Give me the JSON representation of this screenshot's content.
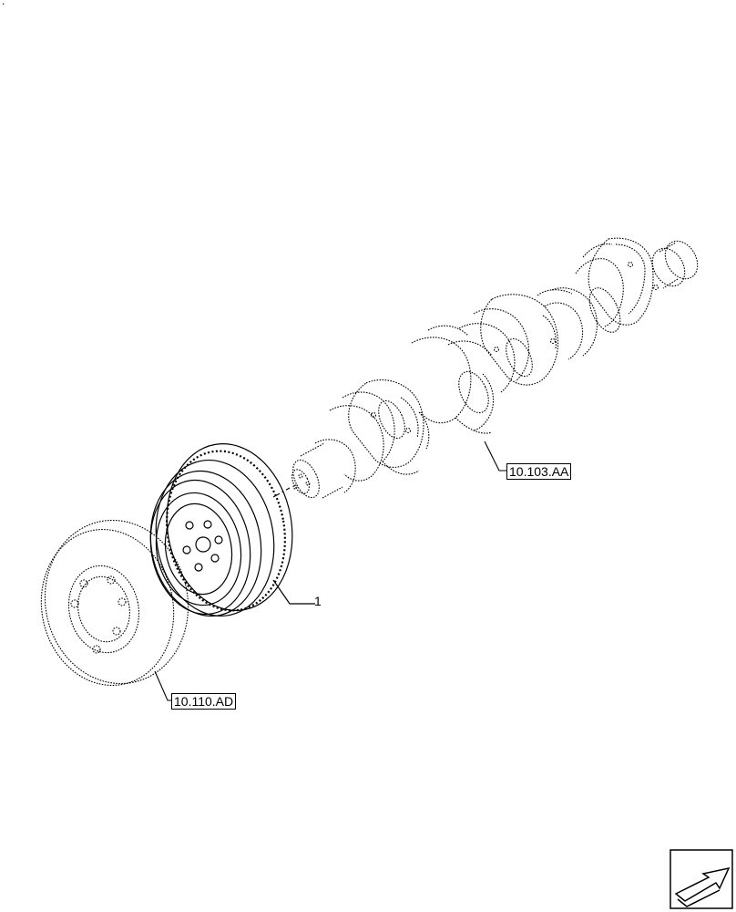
{
  "labels": {
    "crankshaft_ref": "10.103.AA",
    "damper_ref": "10.110.AD",
    "pulley_callout": "1",
    "corner_dot": "."
  },
  "icons": {
    "navigation": "next-page-arrow-icon"
  },
  "colors": {
    "line": "#000000",
    "background": "#ffffff"
  }
}
